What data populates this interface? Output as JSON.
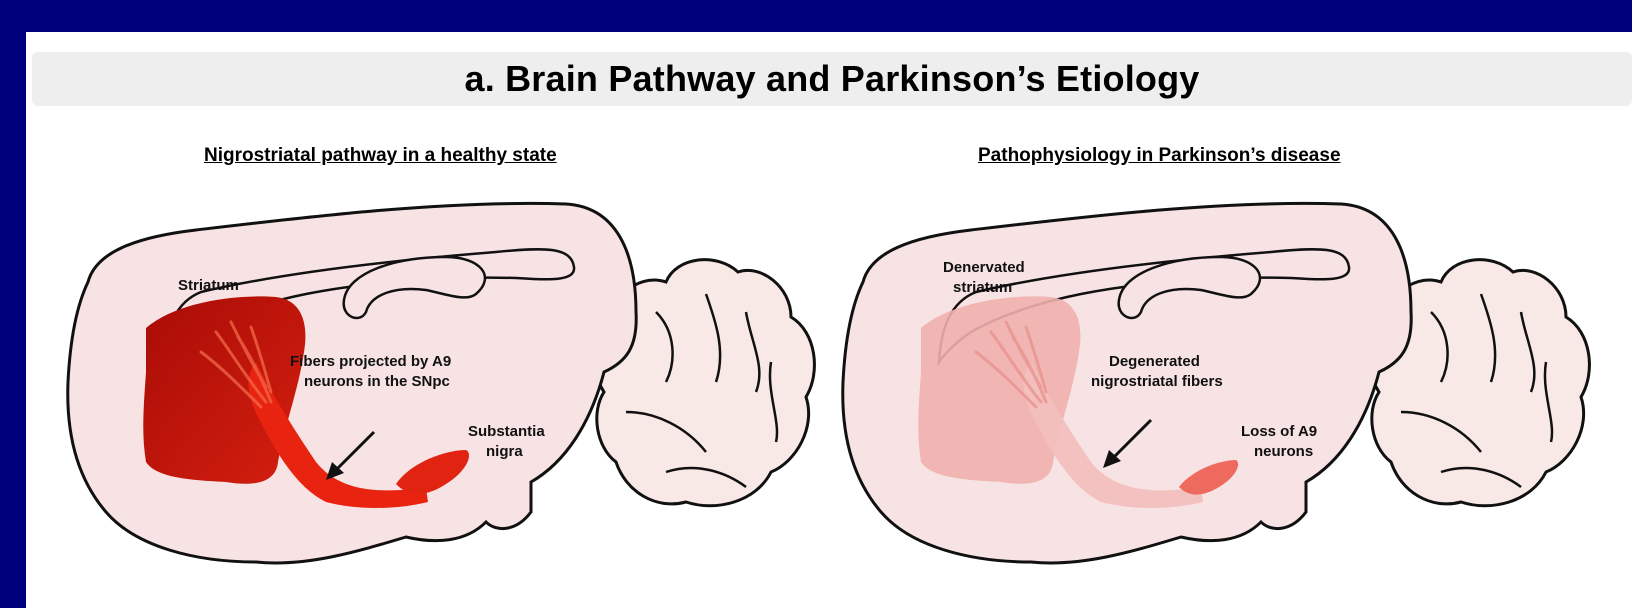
{
  "title": "a. Brain Pathway and Parkinson’s Etiology",
  "panels": [
    {
      "heading": "Nigrostriatal pathway in a healthy state",
      "labels": {
        "striatum": "Striatum",
        "fibers_line1": "Fibers projected by A9",
        "fibers_line2": "neurons in the SNpc",
        "sn_line1": "Substantia",
        "sn_line2": "nigra"
      },
      "colors": {
        "striatum": "#c0180c",
        "pathway": "#e8230f",
        "brain": "#f7e3e3"
      }
    },
    {
      "heading": "Pathophysiology in Parkinson’s disease",
      "labels": {
        "striatum_line1": "Denervated",
        "striatum_line2": "striatum",
        "fibers_line1": "Degenerated",
        "fibers_line2": "nigrostriatal fibers",
        "sn_line1": "Loss of A9",
        "sn_line2": "neurons"
      },
      "colors": {
        "striatum": "#f0b4b4",
        "pathway": "#f2c3c3",
        "nigra": "#ee6a5e",
        "brain": "#f7e3e3"
      }
    }
  ]
}
